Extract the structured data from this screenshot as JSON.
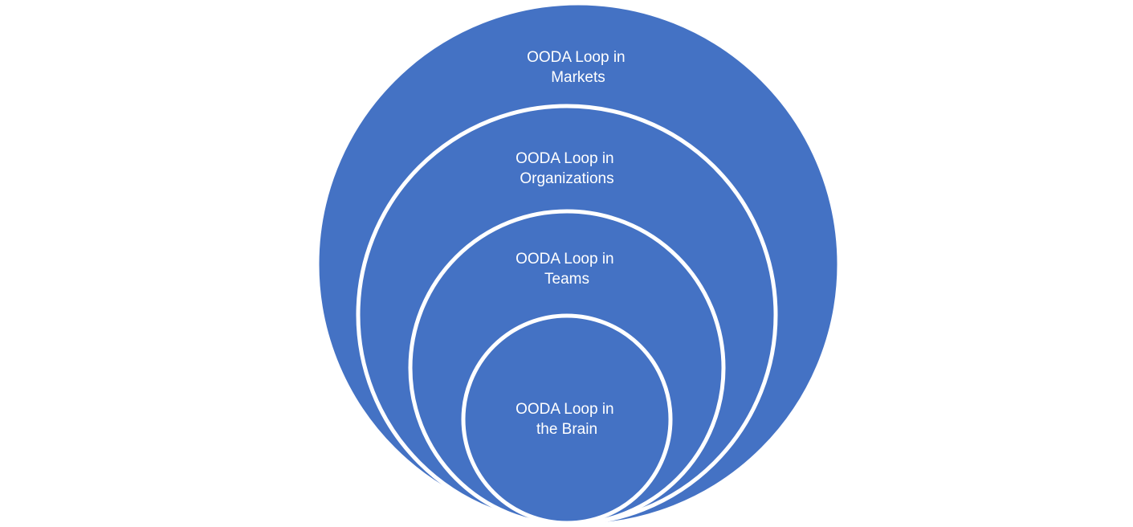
{
  "diagram": {
    "fill_color": "#4472c4",
    "outline_color": "#ffffff",
    "text_color": "#ffffff",
    "circles": [
      {
        "line1": "OODA Loop in",
        "line2": "Markets"
      },
      {
        "line1": "OODA Loop in",
        "line2": "Organizations"
      },
      {
        "line1": "OODA Loop in",
        "line2": "Teams"
      },
      {
        "line1": "OODA Loop in",
        "line2": "the Brain"
      }
    ]
  }
}
